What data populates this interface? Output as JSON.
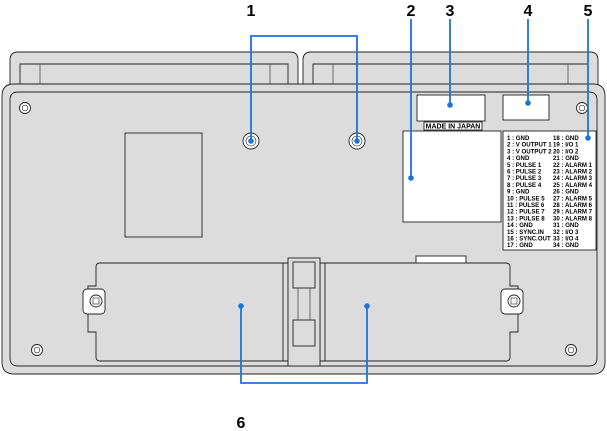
{
  "callouts": {
    "c1": "1",
    "c2": "2",
    "c3": "3",
    "c4": "4",
    "c5": "5",
    "c6": "6"
  },
  "made_in_label": "MADE IN JAPAN",
  "pin_labels_left": [
    "1 : GND",
    "2 : V OUTPUT 1",
    "3 : V OUTPUT 2",
    "4 : GND",
    "5 : PULSE 1",
    "6 : PULSE 2",
    "7 : PULSE 3",
    "8 : PULSE 4",
    "9 : GND",
    "10 : PULSE 5",
    "11 : PULSE 6",
    "12 : PULSE 7",
    "13 : PULSE 8",
    "14 : GND",
    "15 : SYNC.IN",
    "16 : SYNC.OUT",
    "17 : GND"
  ],
  "pin_labels_right": [
    "18 : GND",
    "19 : I/O 1",
    "20 : I/O 2",
    "21 : GND",
    "22 : ALARM 1",
    "23 : ALARM 2",
    "24 : ALARM 3",
    "25 : ALARM 4",
    "26 : GND",
    "27 : ALARM 5",
    "28 : ALARM 6",
    "29 : ALARM 7",
    "30 : ALARM 8",
    "31 : GND",
    "32 : I/O 3",
    "33 : I/O 4",
    "34 : GND"
  ]
}
